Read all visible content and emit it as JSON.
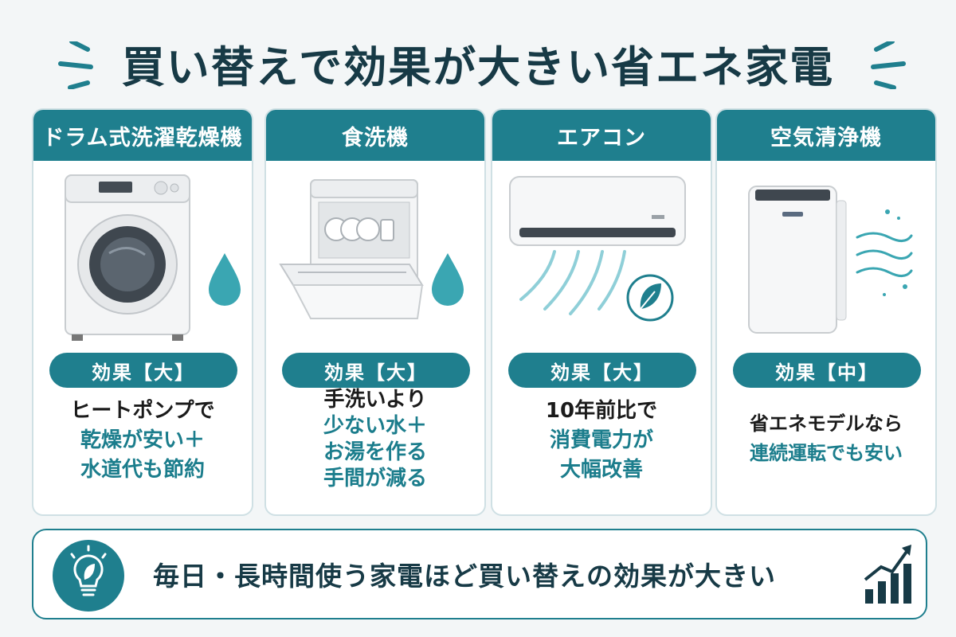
{
  "title": "買い替えで効果が大きい省エネ家電",
  "colors": {
    "accent": "#1f7f8e",
    "title": "#173a46",
    "teal_text": "#1b7d8c",
    "drop": "#3aa6b2"
  },
  "cards": [
    {
      "name": "ドラム式洗濯乾燥機",
      "effect": "効果【大】",
      "lines": [
        "ヒートポンプで",
        "乾燥が安い＋",
        "水道代も節約"
      ],
      "icon": "washing-machine-icon"
    },
    {
      "name": "食洗機",
      "effect": "効果【大】",
      "lines": [
        "手洗いより",
        "少ない水＋",
        "お湯を作る",
        "手間が減る"
      ],
      "icon": "dishwasher-icon"
    },
    {
      "name": "エアコン",
      "effect": "効果【大】",
      "lines": [
        "10年前比で",
        "消費電力が",
        "大幅改善"
      ],
      "icon": "air-conditioner-icon"
    },
    {
      "name": "空気清浄機",
      "effect": "効果【中】",
      "lines": [
        "省エネモデルなら",
        "連続運転でも安い"
      ],
      "icon": "air-purifier-icon"
    }
  ],
  "banner": {
    "text": "毎日・長時間使う家電ほど買い替えの効果が大きい",
    "icons": [
      "lightbulb-leaf-icon",
      "growth-chart-icon"
    ]
  }
}
